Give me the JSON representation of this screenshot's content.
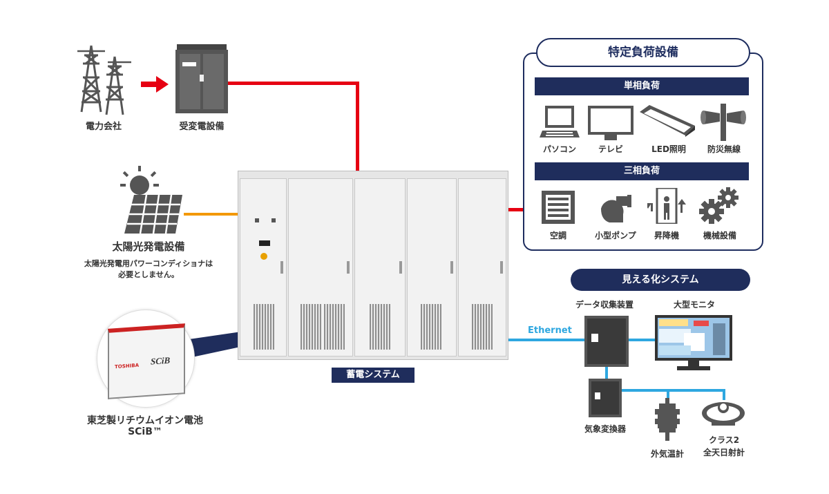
{
  "utility": {
    "label": "電力会社"
  },
  "substation": {
    "label": "受変電設備"
  },
  "solar": {
    "label": "太陽光発電設備",
    "note_line1": "太陽光発電用パワーコンディショナは",
    "note_line2": "必要としません。"
  },
  "battery": {
    "brand": "TOSHIBA",
    "logo": "SCiB",
    "label_line1": "東芝製リチウムイオン電池",
    "label_line2": "SCiB™"
  },
  "storage_system": {
    "label": "蓄電システム"
  },
  "load_equipment": {
    "title": "特定負荷設備",
    "single_phase": {
      "title": "単相負荷",
      "items": [
        "パソコン",
        "テレビ",
        "LED照明",
        "防災無線"
      ]
    },
    "three_phase": {
      "title": "三相負荷",
      "items": [
        "空調",
        "小型ポンプ",
        "昇降機",
        "機械設備"
      ]
    }
  },
  "visualization": {
    "title": "見える化システム",
    "ethernet": "Ethernet",
    "data_collector": "データ収集装置",
    "large_monitor": "大型モニタ",
    "weather_converter": "気象変換器",
    "thermometer": "外気温計",
    "pyranometer_line1": "クラス2",
    "pyranometer_line2": "全天日射計"
  },
  "colors": {
    "grid_line": "#e60012",
    "solar_line": "#f39800",
    "data_line": "#2ea7e0",
    "navy": "#1f2d5c",
    "icon_gray": "#555555"
  }
}
